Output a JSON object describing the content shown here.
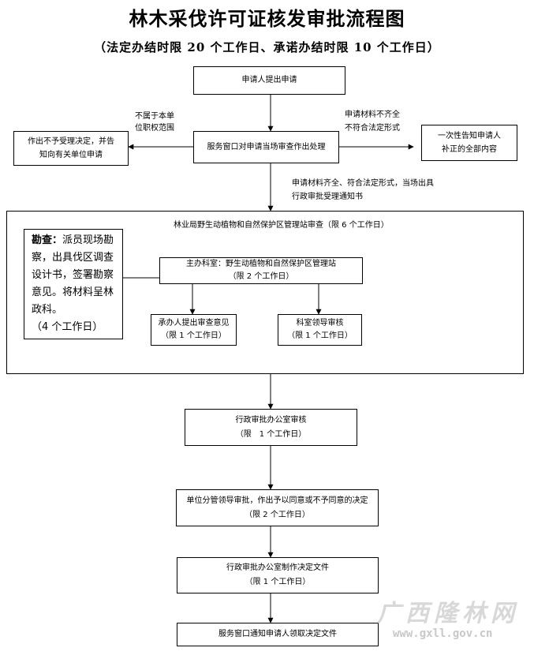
{
  "title": "林木采伐许可证核发审批流程图",
  "subtitle": "（法定办结时限 20 个工作日、承诺办结时限 10 个工作日）",
  "nodes": {
    "apply": "申请人提出申请",
    "review": "服务窗口对申请当场审查作出处理",
    "reject_notice_1": "作出不予受理决定，并告",
    "reject_notice_2": "知向有关单位申请",
    "one_time_notice_1": "一次性告知申请人",
    "one_time_notice_2": "补正的全部内容",
    "forestry_review": "林业局野生动植物和自然保护区管理站审查（限 6 个工作日）",
    "main_office_1": "主办科室：野生动植物和自然保护区管理站",
    "main_office_2": "（限 2 个工作日）",
    "handler_1": "承办人提出审查意见",
    "handler_2": "（限 1 个工作日）",
    "leader_1": "科室领导审核",
    "leader_2": "（限 1 个工作日）",
    "admin_review_1": "行政审批办公室审核",
    "admin_review_2": "（限　1 个工作日）",
    "unit_leader_1": "单位分管领导审批，作出予以同意或不予同意的决定",
    "unit_leader_2": "（限 2 个工作日）",
    "decision_doc_1": "行政审批办公室制作决定文件",
    "decision_doc_2": "（限 1 个工作日）",
    "notify": "服务窗口通知申请人领取决定文件"
  },
  "survey": {
    "heading": "勘查：",
    "body": "派员现场勘察，出具伐区调查设计书，签署勘察意见。将材料呈林政科。",
    "limit": "（4 个工作日）"
  },
  "labels": {
    "out_of_scope_1": "不属于本单",
    "out_of_scope_2": "位职权范围",
    "incomplete_1": "申请材料不齐全",
    "incomplete_2": "不符合法定形式",
    "complete_1": "申请材料齐全、符合法定形式，当场出具",
    "complete_2": "行政审批受理通知书"
  },
  "watermark": {
    "text": "广西隆林网",
    "url": "www.gxll.gov.cn"
  }
}
